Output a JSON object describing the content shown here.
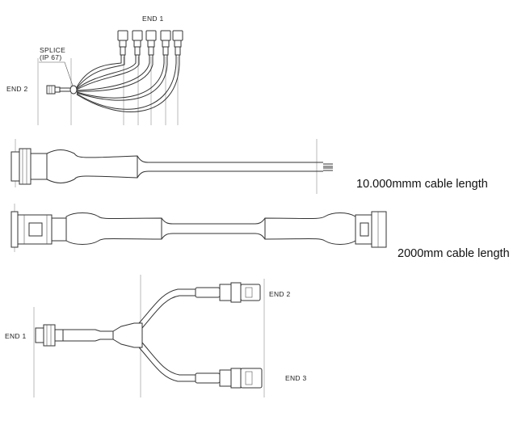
{
  "diagram1": {
    "end1_label": "END 1",
    "end2_label": "END 2",
    "splice_label_1": "SPLICE",
    "splice_label_2": "(IP 67)"
  },
  "diagram2": {
    "caption": "10.000mmm cable length"
  },
  "diagram3": {
    "caption": "2000mm cable length"
  },
  "diagram4": {
    "end1_label": "END 1",
    "end2_label": "END 2",
    "end3_label": "END 3"
  }
}
